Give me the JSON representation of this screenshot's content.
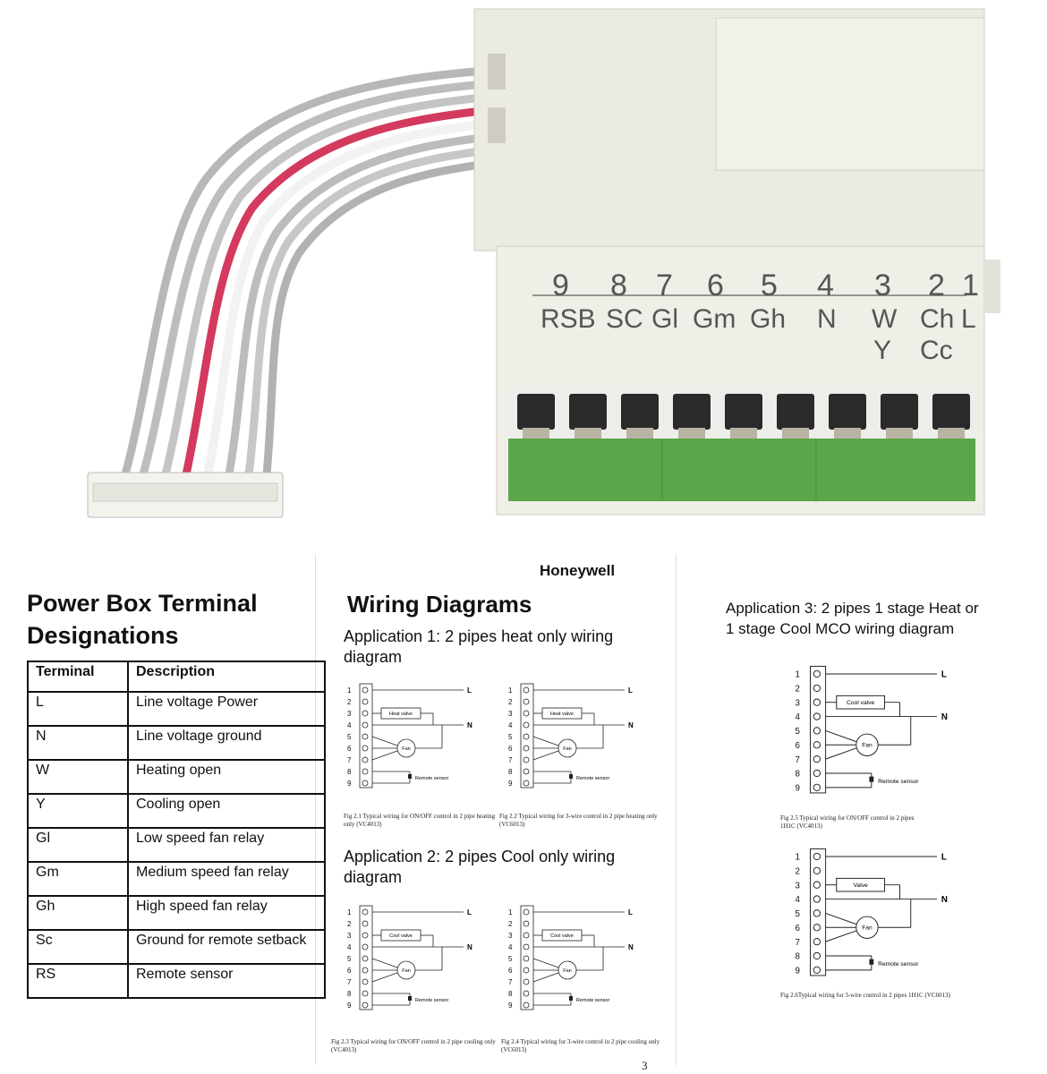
{
  "photo": {
    "terminal_numbers": [
      "9",
      "8",
      "7",
      "6",
      "5",
      "4",
      "3",
      "2",
      "1"
    ],
    "terminal_codes": [
      "RSB",
      "SC",
      "Gl",
      "Gm",
      "Gh",
      "N",
      "W",
      "Ch",
      "L"
    ],
    "terminal_codes_line2": {
      "W": "Y",
      "Ch": "Cc"
    }
  },
  "brand": "Honeywell",
  "left": {
    "title_line1": "Power Box Terminal",
    "title_line2": "Designations",
    "table_headers": [
      "Terminal",
      "Description"
    ],
    "rows": [
      [
        "L",
        "Line voltage Power"
      ],
      [
        "N",
        "Line voltage ground"
      ],
      [
        "W",
        "Heating open"
      ],
      [
        "Y",
        "Cooling open"
      ],
      [
        "Gl",
        "Low speed fan relay"
      ],
      [
        "Gm",
        "Medium speed fan relay"
      ],
      [
        "Gh",
        "High speed fan relay"
      ],
      [
        "Sc",
        "Ground for remote setback"
      ],
      [
        "RS",
        "Remote sensor"
      ]
    ]
  },
  "middle": {
    "title": "Wiring Diagrams",
    "app1_line1": "Application 1: 2 pipes heat only wiring",
    "app1_line2": "diagram",
    "app2_line1": "Application 2: 2 pipes Cool only wiring",
    "app2_line2": "diagram",
    "fig21": "Fig 2.1 Typical wiring for ON/OFF control in 2 pipe heating only  (VC4013)",
    "fig22": "Fig 2.2 Typical wiring for 3-wire control in 2 pipe heating only (VC6013)",
    "fig23": "Fig 2.3 Typical wiring for ON/OFF control in 2 pipe cooling only  (VC4013)",
    "fig24": "Fig 2.4 Typical wiring for 3-wire control in 2 pipe cooling only (VC6013)"
  },
  "right": {
    "app3_line1": "Application 3: 2 pipes 1 stage Heat or",
    "app3_line2": "1 stage Cool MCO wiring diagram",
    "fig25_line1": "Fig 2.5 Typical wiring for ON/OFF control in 2 pipes",
    "fig25_line2": "1H1C (VC4013)",
    "fig26": "Fig 2.6Typical wiring for 3-wire control in 2 pipes 1H1C (VC6013)"
  },
  "diagram_labels": {
    "L": "L",
    "N": "N",
    "fan": "Fan",
    "remote": "Remote sensor",
    "heat_valve": "Heat valve",
    "cool_valve": "Cool valve",
    "valve": "Valve"
  },
  "page_number": "3",
  "colors": {
    "terminal_green": "#5aa64a",
    "housing": "#ecebe3",
    "wire_red": "#d33a5e",
    "wire_gray": "#b9b9b9"
  }
}
